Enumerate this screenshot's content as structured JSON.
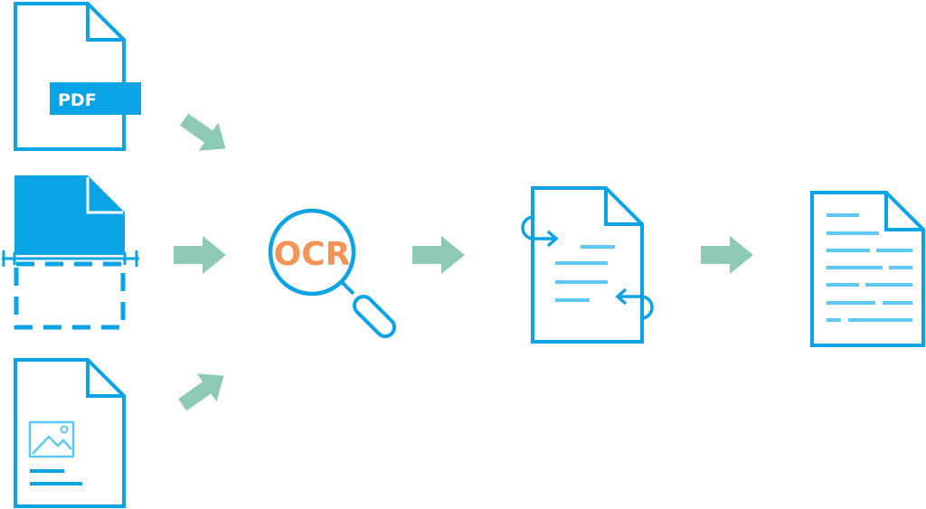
{
  "colors": {
    "primary": "#0aa4e6",
    "light": "#5ec8f2",
    "arrow": "#8ccab7",
    "ocr_text": "#f39356",
    "background": "#ffffff"
  },
  "pdf_doc": {
    "icon": "pdf-document-icon",
    "label": "PDF"
  },
  "scan_doc": {
    "icon": "scanned-document-icon"
  },
  "image_doc": {
    "icon": "image-document-icon"
  },
  "ocr": {
    "icon": "magnifier-icon",
    "label": "OCR"
  },
  "converted_doc": {
    "icon": "converting-document-icon"
  },
  "text_doc": {
    "icon": "text-document-icon"
  },
  "arrows": [
    {
      "icon": "arrow-icon",
      "direction": "down-right"
    },
    {
      "icon": "arrow-icon",
      "direction": "right"
    },
    {
      "icon": "arrow-icon",
      "direction": "up-right"
    },
    {
      "icon": "arrow-icon",
      "direction": "right"
    },
    {
      "icon": "arrow-icon",
      "direction": "right"
    }
  ]
}
